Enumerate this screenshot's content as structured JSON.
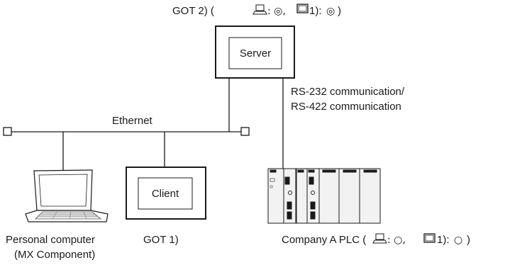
{
  "network": {
    "ethernet_label": "Ethernet",
    "serial_label_line1": "RS-232 communication/",
    "serial_label_line2": "RS-422 communication"
  },
  "got2": {
    "caption_prefix": "GOT 2) (",
    "laptop_mark": "◎",
    "panel_ref": "1):",
    "panel_mark": "◎",
    "caption_suffix": ")",
    "screen_text": "Server"
  },
  "got1": {
    "caption": "GOT 1)",
    "screen_text": "Client"
  },
  "pc": {
    "caption_line1": "Personal computer",
    "caption_line2": "(MX Component)"
  },
  "plc": {
    "caption_prefix": "Company A PLC  (",
    "laptop_mark": "○",
    "panel_ref": "1):",
    "panel_mark": "○",
    "caption_suffix": ")"
  },
  "icons": [
    "laptop-icon",
    "got-panel-icon",
    "plc-rack-icon",
    "network-terminator-icon"
  ],
  "colors": {
    "line": "#1a1a1a",
    "plc_fill": "#f2f2f2"
  }
}
